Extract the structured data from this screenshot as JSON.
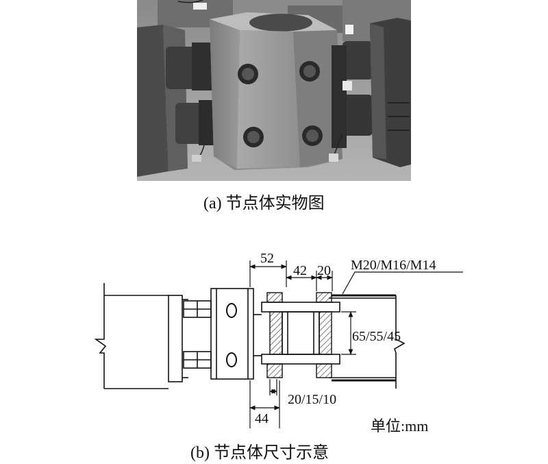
{
  "captions": {
    "a": "(a) 节点体实物图",
    "b": "(b) 节点体尺寸示意"
  },
  "dimensions": {
    "top_left": "52",
    "top_mid": "42",
    "top_right": "20",
    "bolt_spec": "M20/M16/M14",
    "height": "65/55/45",
    "bottom_mid": "20/15/10",
    "bottom_left": "44"
  },
  "unit_label": "单位:mm"
}
